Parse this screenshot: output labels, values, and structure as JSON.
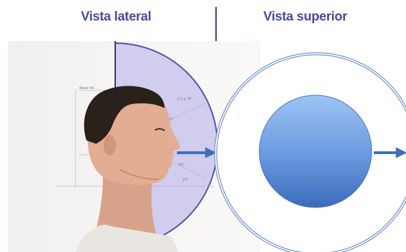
{
  "headings": {
    "left": "Vista lateral",
    "right": "Vista superior"
  },
  "photo_annotations": {
    "top_label": "Base ref.",
    "angle_label": "2.0 a 75°",
    "small_a": "45°",
    "small_b": "30°",
    "bottom": "10°"
  },
  "colors": {
    "heading": "#4a4aa0",
    "divider": "#3a3a8a",
    "half_circle_fill": "#c9c6ec",
    "half_circle_stroke": "#4a55a8",
    "ball_light": "#8fbaf0",
    "ball_dark": "#3f73c0",
    "arrow": "#3f6fb5",
    "ring": "#6d8fc6"
  }
}
